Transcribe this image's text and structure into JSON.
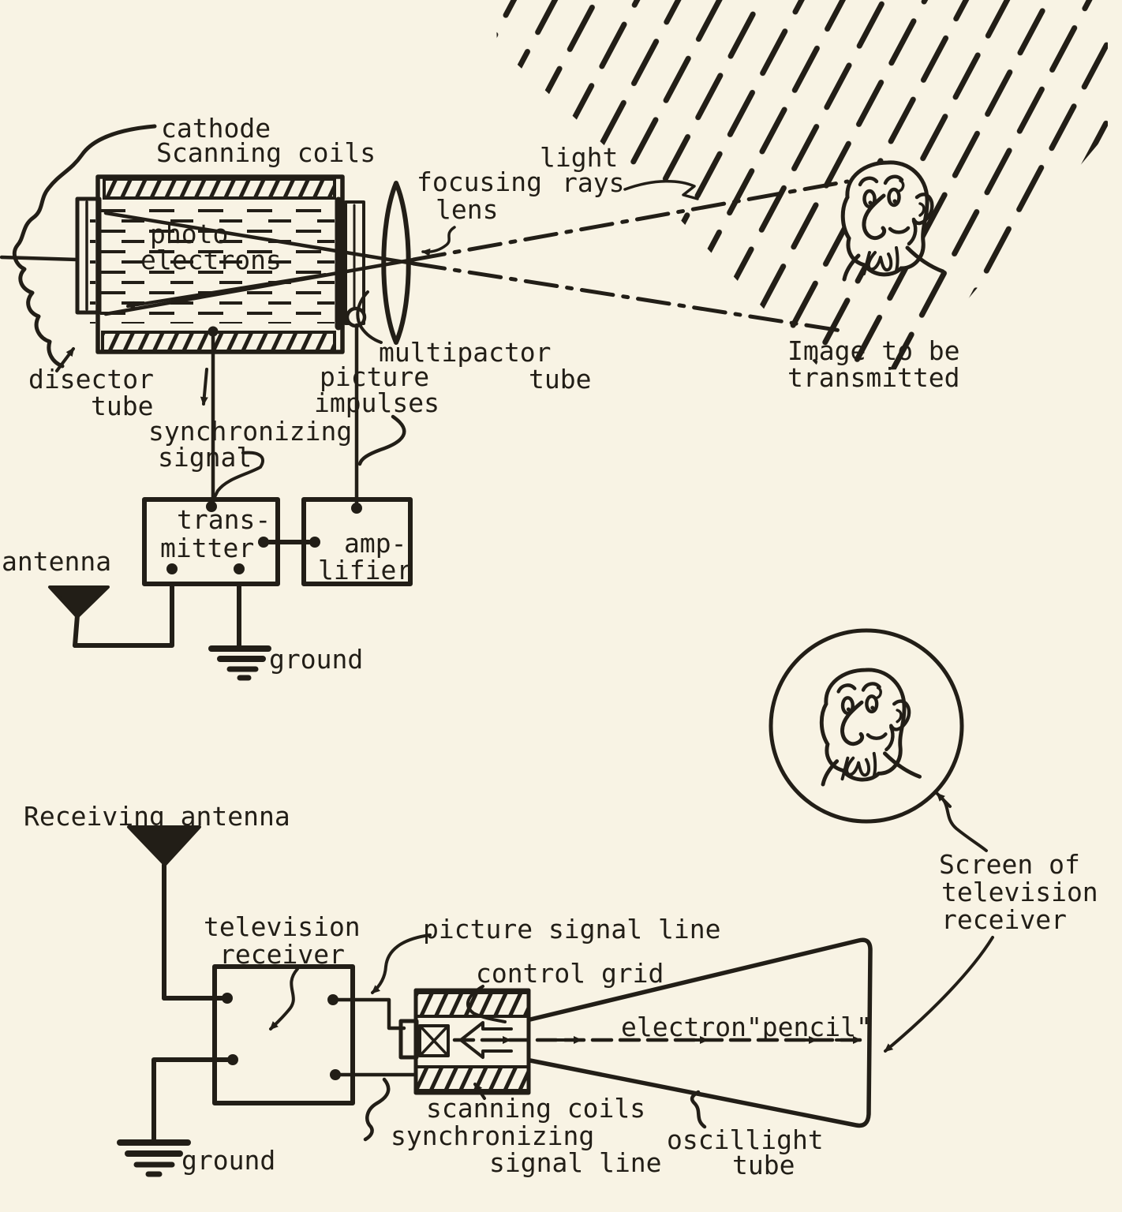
{
  "document": {
    "type": "scanned television system diagram",
    "paper_color": "#f8f3e4",
    "ink_color": "#221e17"
  },
  "tx": {
    "cathode": "cathode",
    "scanning_coils": "Scanning coils",
    "focusing_line1": "focusing",
    "focusing_line2": "lens",
    "light_line1": "light",
    "light_line2": "rays",
    "photo_line1": "photo",
    "photo_line2": "electrons",
    "multipactor_line1": "multipactor",
    "multipactor_line2": "tube",
    "picture_line1": "picture",
    "picture_line2": "impulses",
    "disector_line1": "disector",
    "disector_line2": "tube",
    "sync_line1": "synchronizing",
    "sync_line2": "signal",
    "transmitter_line1": "trans-",
    "transmitter_line2": "mitter",
    "amplifier_line1": "amp-",
    "amplifier_line2": "lifier",
    "antenna": "antenna",
    "ground": "ground",
    "image_line1": "Image to be",
    "image_line2": "transmitted"
  },
  "rx": {
    "receiving_antenna": "Receiving antenna",
    "tv_line1": "television",
    "tv_line2": "receiver",
    "picture_signal_line": "picture signal line",
    "control_grid": "control grid",
    "electron_pencil": "electron\"pencil\"",
    "scanning_coils": "scanning coils",
    "sync_line1": "synchronizing",
    "sync_line2": "signal line",
    "oscillight_line1": "oscillight",
    "oscillight_line2": "tube",
    "screen_line1": "Screen of",
    "screen_line2": "television",
    "screen_line3": "receiver",
    "ground": "ground"
  }
}
